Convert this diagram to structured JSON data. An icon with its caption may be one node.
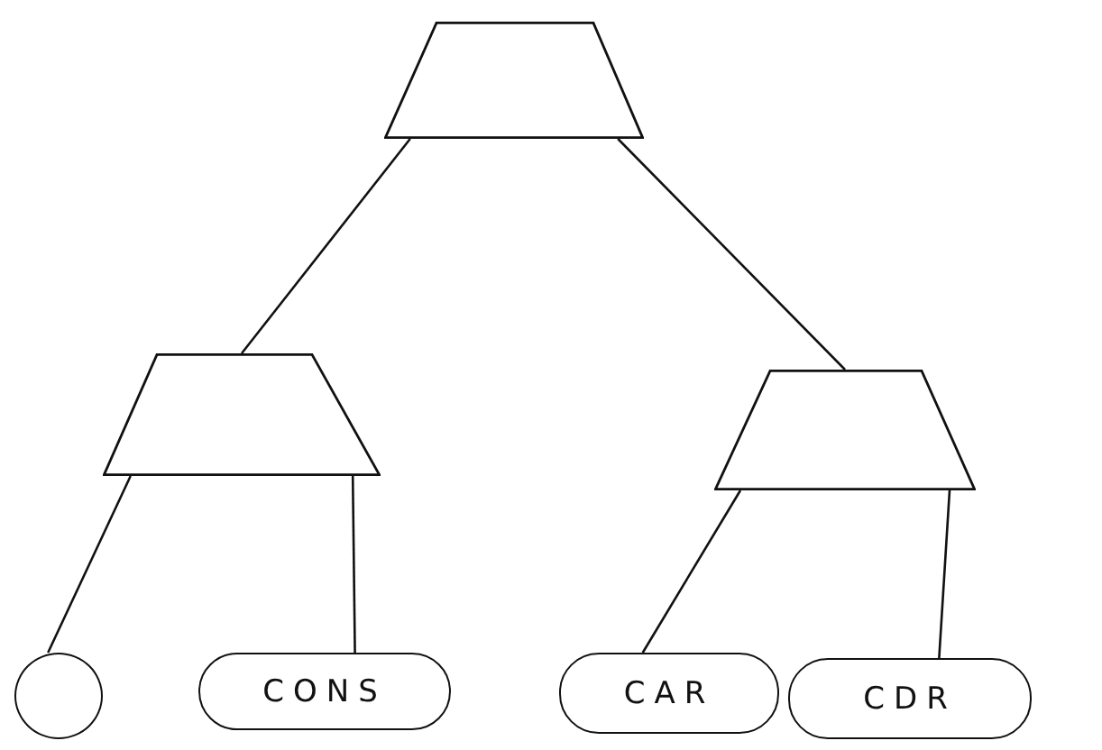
{
  "diagram": {
    "nodes": [
      {
        "text": [],
        "shape": "trapezoid"
      },
      {
        "text": [],
        "shape": "trapezoid"
      },
      {
        "text": [],
        "shape": "trapezoid"
      },
      {
        "text": [],
        "shape": "circle"
      },
      {
        "text": [
          "CONS"
        ]
      },
      {
        "text": [
          "CAR"
        ]
      },
      {
        "text": [
          "CDR"
        ]
      }
    ],
    "edges": [
      {
        "from": 0,
        "to": 1,
        "arrow": "none"
      },
      {
        "from": 0,
        "to": 2,
        "arrow": "none"
      },
      {
        "from": 1,
        "to": 3,
        "arrow": "none"
      },
      {
        "from": 1,
        "to": 4,
        "arrow": "none"
      },
      {
        "from": 2,
        "to": 5,
        "arrow": "none"
      },
      {
        "from": 2,
        "to": 6,
        "arrow": "none"
      }
    ]
  }
}
